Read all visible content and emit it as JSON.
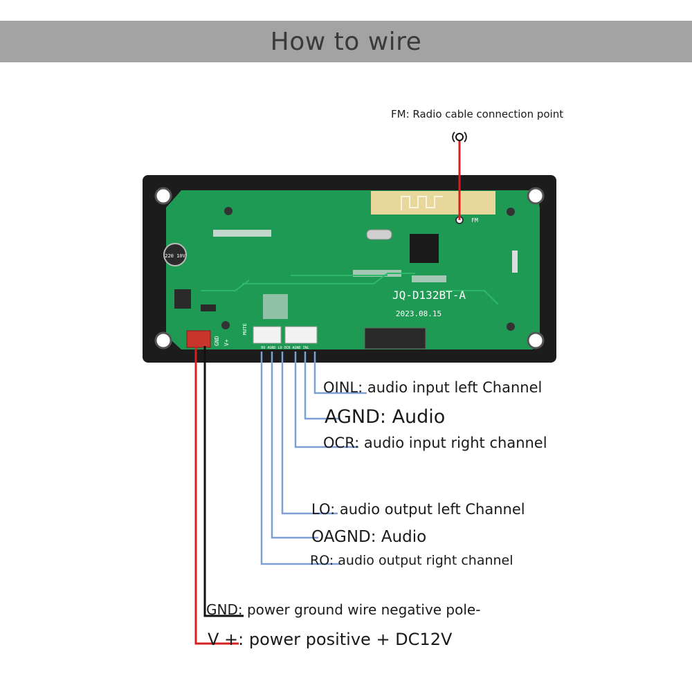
{
  "header": {
    "title": "How to wire"
  },
  "board": {
    "model": "JQ-D132BT-A",
    "date": "2023.08.15",
    "fm_pad": "FM",
    "pin_gnd": "GND",
    "pin_vplus": "V+",
    "mute": "MUTE",
    "connector_pins": "RO AGND LO OCR AGND INL",
    "cap_label": "220 10V"
  },
  "labels": {
    "fm": "FM: Radio cable connection point",
    "oinl": "OINL: audio input left Channel",
    "agnd": "AGND: Audio",
    "ocr": "OCR: audio input right channel",
    "lo": "LO: audio output left Channel",
    "oagnd": "OAGND: Audio",
    "ro": "RO: audio output right channel",
    "gnd": "GND: power ground wire negative pole-",
    "vplus": "V +: power positive + DC12V"
  },
  "colors": {
    "header_bg": "#a3a3a3",
    "pcb_green": "#1f9a55",
    "frame": "#1c1c1c",
    "signal_wire": "#7e9fd6",
    "power_red": "#d42020",
    "ground_black": "#111111"
  },
  "icons": {
    "antenna": "antenna-icon"
  }
}
